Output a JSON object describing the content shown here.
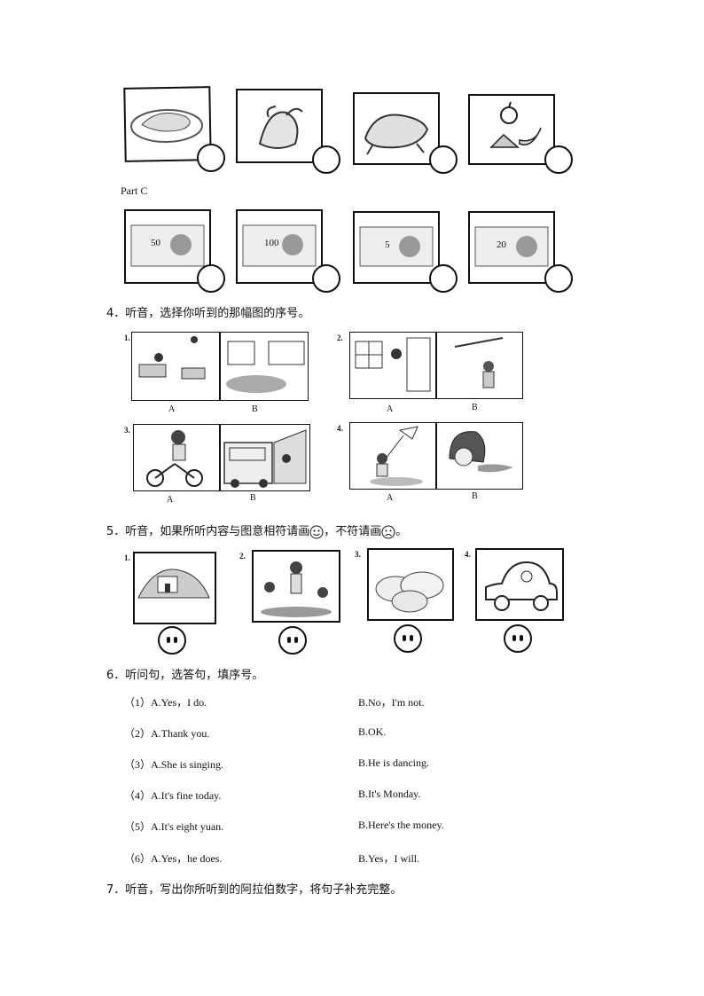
{
  "part_c_label": "Part C",
  "banknotes": [
    "50",
    "100",
    "5",
    "20"
  ],
  "q4": {
    "heading": "4．听音，选择你听到的那幅图的序号。",
    "items": [
      {
        "num": "1.",
        "a": "A",
        "b": "B"
      },
      {
        "num": "2.",
        "a": "A",
        "b": "B"
      },
      {
        "num": "3.",
        "a": "A",
        "b": "B"
      },
      {
        "num": "4.",
        "a": "A",
        "b": "B"
      }
    ]
  },
  "q5": {
    "heading_part1": "5．听音，如果所听内容与图意相符请画",
    "heading_part2": "，不符请画",
    "heading_part3": "。",
    "items": [
      "1.",
      "2.",
      "3.",
      "4."
    ]
  },
  "q6": {
    "heading": "6．听问句，选答句，填序号。",
    "rows": [
      {
        "a": "（1）A.Yes，I do.",
        "b": "B.No，I'm not."
      },
      {
        "a": "（2）A.Thank you.",
        "b": "B.OK."
      },
      {
        "a": "（3）A.She is singing.",
        "b": "B.He is dancing."
      },
      {
        "a": "（4）A.It's fine today.",
        "b": "B.It's Monday."
      },
      {
        "a": "（5）A.It's eight yuan.",
        "b": "B.Here's the money."
      },
      {
        "a": "（6）A.Yes，he does.",
        "b": "B.Yes，I will."
      }
    ]
  },
  "q7": {
    "heading": "7．听音，写出你所听到的阿拉伯数字，将句子补充完整。"
  }
}
